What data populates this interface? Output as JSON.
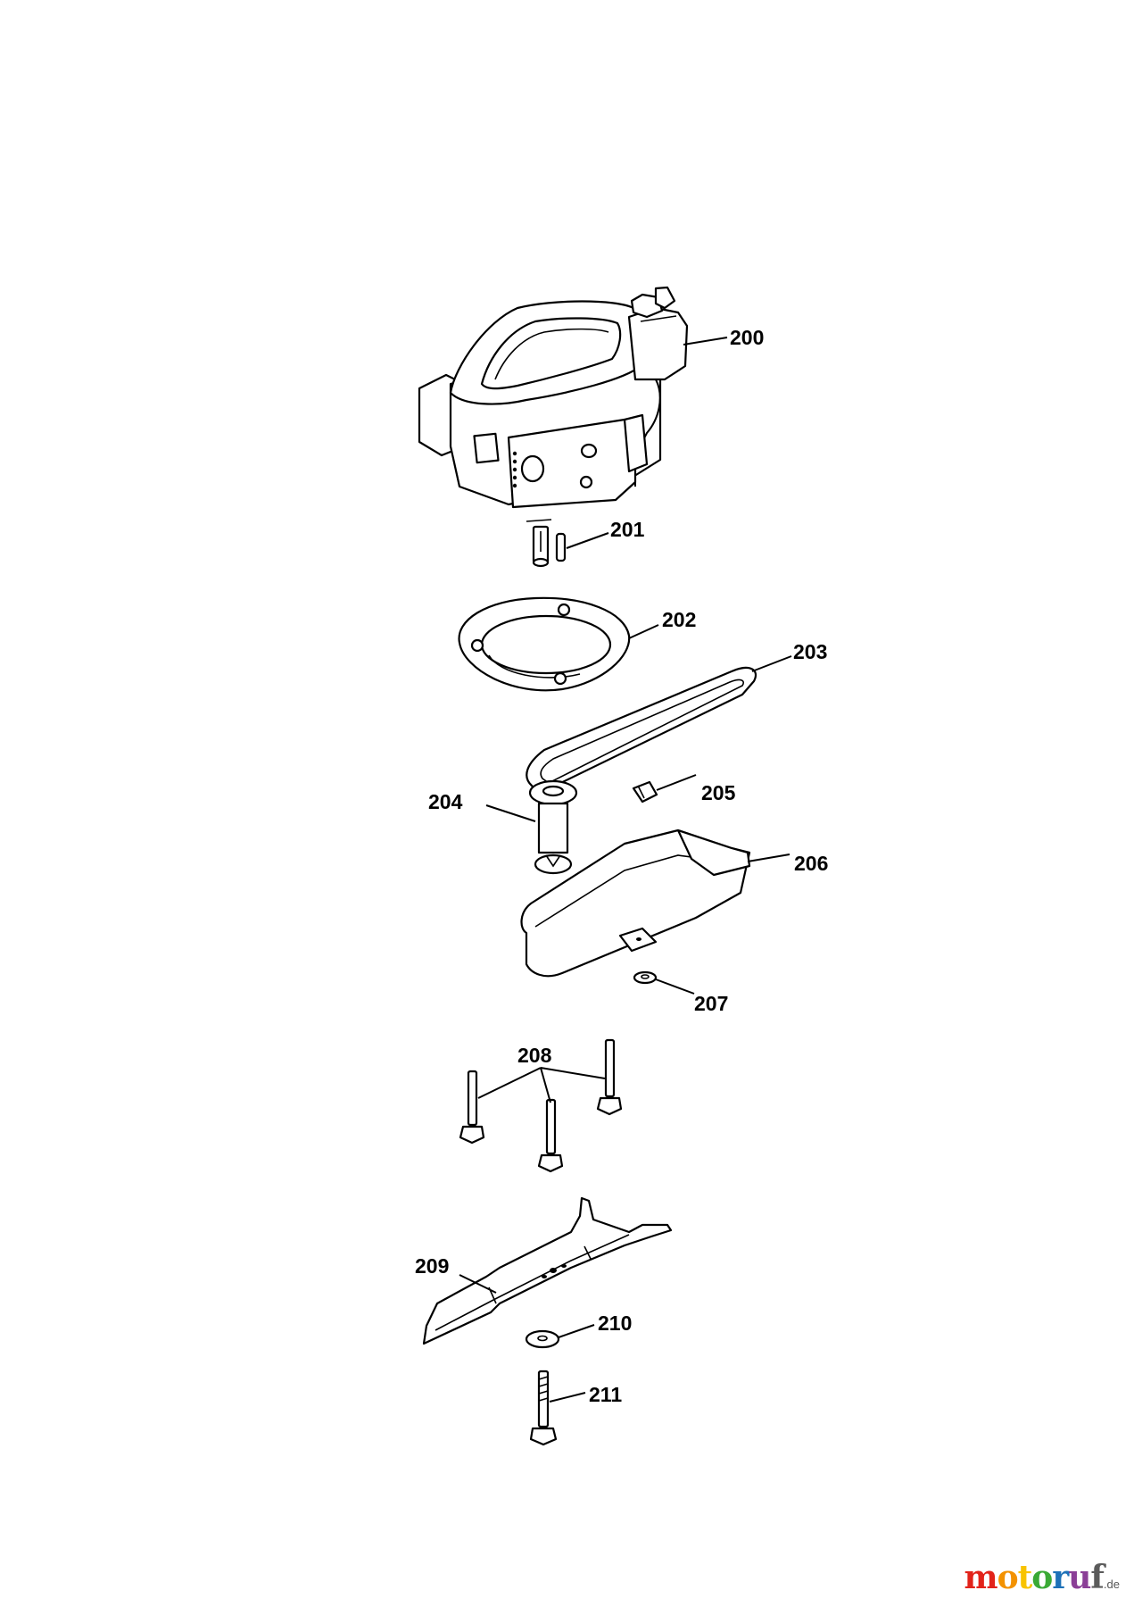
{
  "parts": [
    {
      "id": "200",
      "label": "200"
    },
    {
      "id": "201",
      "label": "201"
    },
    {
      "id": "202",
      "label": "202"
    },
    {
      "id": "203",
      "label": "203"
    },
    {
      "id": "204",
      "label": "204"
    },
    {
      "id": "205",
      "label": "205"
    },
    {
      "id": "206",
      "label": "206"
    },
    {
      "id": "207",
      "label": "207"
    },
    {
      "id": "208",
      "label": "208"
    },
    {
      "id": "209",
      "label": "209"
    },
    {
      "id": "210",
      "label": "210"
    },
    {
      "id": "211",
      "label": "211"
    }
  ],
  "watermark": {
    "letters": [
      "m",
      "o",
      "t",
      "o",
      "r",
      "u",
      "f"
    ],
    "letter_colors": [
      "#e2231a",
      "#f39200",
      "#f8c300",
      "#3aa935",
      "#1d71b8",
      "#8b3f97",
      "#5b5b5b"
    ],
    "tld": ".de"
  }
}
